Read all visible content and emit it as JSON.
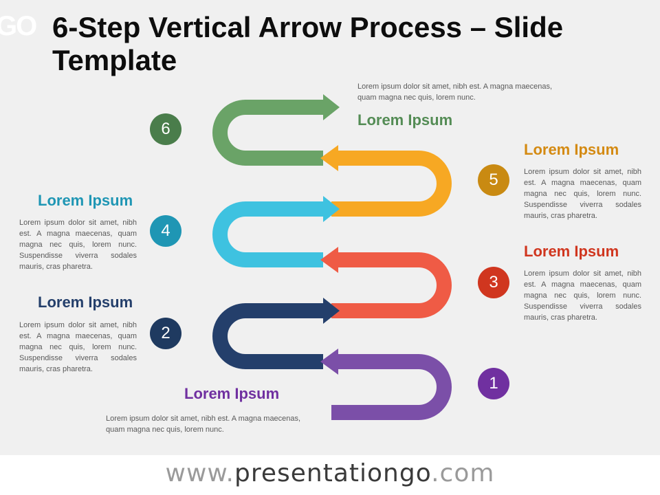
{
  "logo_text": "GO",
  "title": "6-Step Vertical Arrow Process – Slide Template",
  "footer": {
    "www": "www.",
    "name": "presentationgo",
    "com": ".com"
  },
  "colors": {
    "step1": "#7b4fa8",
    "step2": "#243f6b",
    "step3": "#ef5b45",
    "step4": "#3ec2e0",
    "step5": "#f7a823",
    "step6": "#6aa367"
  },
  "steps": [
    {
      "number": "1",
      "heading": "Lorem Ipsum",
      "text": "Lorem ipsum dolor sit amet, nibh est. A magna maecenas, quam magna nec quis, lorem nunc.",
      "heading_color": "#7030a0",
      "badge_color": "#7030a0"
    },
    {
      "number": "2",
      "heading": "Lorem Ipsum",
      "text": "Lorem ipsum dolor sit amet, nibh est. A magna maecenas, quam magna nec quis, lorem nunc. Suspendisse viverra sodales mauris, cras pharetra.",
      "heading_color": "#243f6b",
      "badge_color": "#1f3a60"
    },
    {
      "number": "3",
      "heading": "Lorem Ipsum",
      "text": "Lorem ipsum dolor sit amet, nibh est. A magna maecenas, quam magna nec quis, lorem nunc. Suspendisse viverra sodales mauris, cras pharetra.",
      "heading_color": "#d0361f",
      "badge_color": "#d0361f"
    },
    {
      "number": "4",
      "heading": "Lorem Ipsum",
      "text": "Lorem ipsum dolor sit amet, nibh est. A magna maecenas, quam magna nec quis, lorem nunc. Suspendisse viverra sodales mauris, cras pharetra.",
      "heading_color": "#1f96b4",
      "badge_color": "#1f96b4"
    },
    {
      "number": "5",
      "heading": "Lorem Ipsum",
      "text": "Lorem ipsum dolor sit amet, nibh est. A magna maecenas, quam magna nec quis, lorem nunc. Suspendisse viverra sodales mauris, cras pharetra.",
      "heading_color": "#d48a12",
      "badge_color": "#c98a12"
    },
    {
      "number": "6",
      "heading": "Lorem Ipsum",
      "text": "Lorem ipsum dolor sit amet, nibh est. A magna maecenas, quam magna nec quis, lorem nunc.",
      "heading_color": "#548c55",
      "badge_color": "#4a7d4b"
    }
  ]
}
